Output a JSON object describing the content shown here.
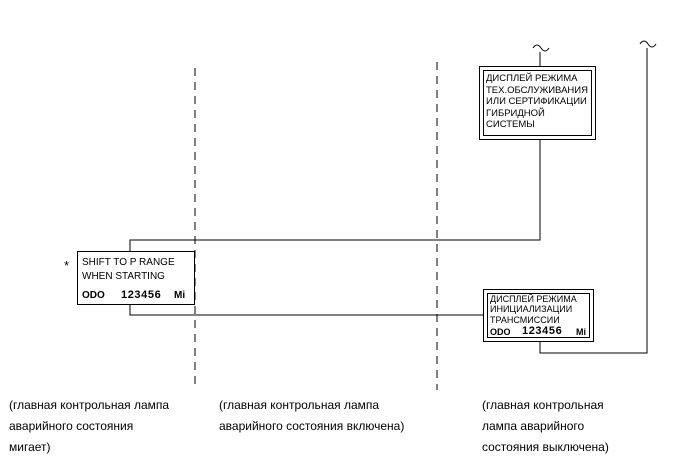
{
  "boxes": {
    "shift": {
      "line1": "SHIFT TO P RANGE",
      "line2": "WHEN STARTING",
      "odo_label": "ODO",
      "odo_value": "123456",
      "odo_unit": "Mi"
    },
    "hybrid_display": {
      "text": "ДИСПЛЕЙ РЕЖИМА\nТЕХ.ОБСЛУЖИВАНИЯ\nИЛИ СЕРТИФИКАЦИИ\nГИБРИДНОЙ\nСИСТЕМЫ"
    },
    "trans_display": {
      "text": "ДИСПЛЕЙ РЕЖИМА\nИНИЦИАЛИЗАЦИИ\nТРАНСМИССИИ",
      "odo_label": "ODO",
      "odo_value": "123456",
      "odo_unit": "Mi"
    }
  },
  "asterisk": "*",
  "captions": {
    "blinking": "(главная контрольная лампа\nаварийного состояния\nмигает)",
    "on": "(главная контрольная лампа\nаварийного состояния включена)",
    "off": "(главная контрольная\nлампа аварийного\nсостояния выключена)"
  }
}
